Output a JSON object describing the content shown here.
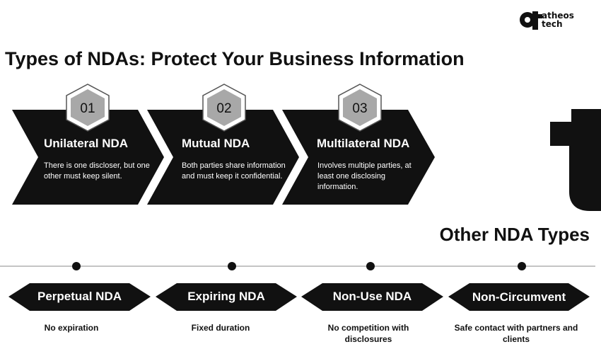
{
  "brand": {
    "line1": "atheos",
    "line2": "tech",
    "logo_icon": "atheos-mark-icon"
  },
  "page_title": "Types of NDAs: Protect Your Business Information",
  "main_types": [
    {
      "number": "01",
      "title": "Unilateral NDA",
      "description": "There is one discloser, but one other must keep silent."
    },
    {
      "number": "02",
      "title": "Mutual NDA",
      "description": "Both parties share information and must keep it confidential."
    },
    {
      "number": "03",
      "title": "Multilateral NDA",
      "description": "Involves multiple parties, at least one disclosing information."
    }
  ],
  "other_section_title": "Other NDA Types",
  "other_types": [
    {
      "label": "Perpetual NDA",
      "description": "No expiration"
    },
    {
      "label": "Expiring NDA",
      "description": "Fixed duration"
    },
    {
      "label": "Non-Use NDA",
      "description": "No competition with disclosures"
    },
    {
      "label": "Non-Circumvent",
      "description": "Safe contact with partners and clients"
    }
  ],
  "colors": {
    "dark": "#111111",
    "hex_fill": "#a8a8a8",
    "hex_border": "#555555",
    "background": "#ffffff"
  }
}
